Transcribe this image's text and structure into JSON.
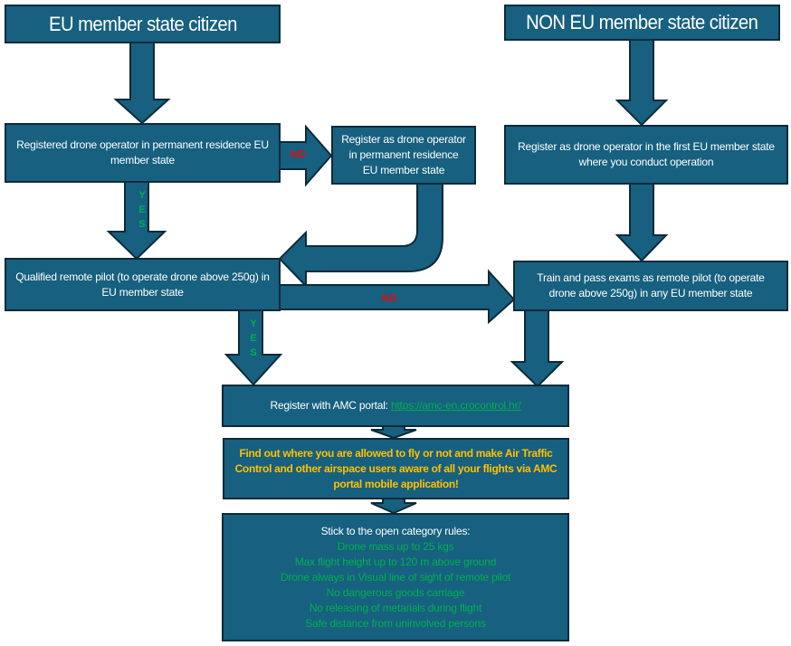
{
  "diagram": {
    "eu_citizen": "EU member state citizen",
    "non_eu_citizen": "NON EU member state citizen",
    "eu_registered_operator": "Registered drone operator in permanent residence EU member state",
    "register_operator_residence": "Register as drone operator in permanent residence EU member state",
    "non_eu_register_operator": "Register as drone operator in the first EU member state where you conduct operation",
    "qualified_pilot": "Qualified remote pilot (to operate drone above 250g) in EU member state",
    "train_pass_exams": "Train and pass exams as remote pilot (to operate drone above 250g) in any EU member state",
    "amc_register_prefix": "Register with AMC portal: ",
    "amc_link": "https://amc-en.crocontrol.hr/",
    "find_out": "Find out where you are allowed to fly or not and make Air Traffic Control and other airspace users aware of all your flights via AMC portal mobile application!",
    "rules_title": "Stick to the open category rules:",
    "rules": [
      "Drone mass up to 25 kgs",
      "Max flight height up to 120 m above ground",
      "Drone always in Visual line of sight of remote pilot",
      "No dangerous goods carriage",
      "No releasing of metarials during flight",
      "Safe distance from uninvolved persons"
    ],
    "labels": {
      "no": "NO",
      "yes": [
        "Y",
        "E",
        "S"
      ]
    },
    "colors": {
      "box_fill": "#17607f",
      "box_border": "#0d2a3a",
      "no_label": "#ff0000",
      "yes_label": "#00b050",
      "highlight_text": "#ffc000"
    }
  }
}
